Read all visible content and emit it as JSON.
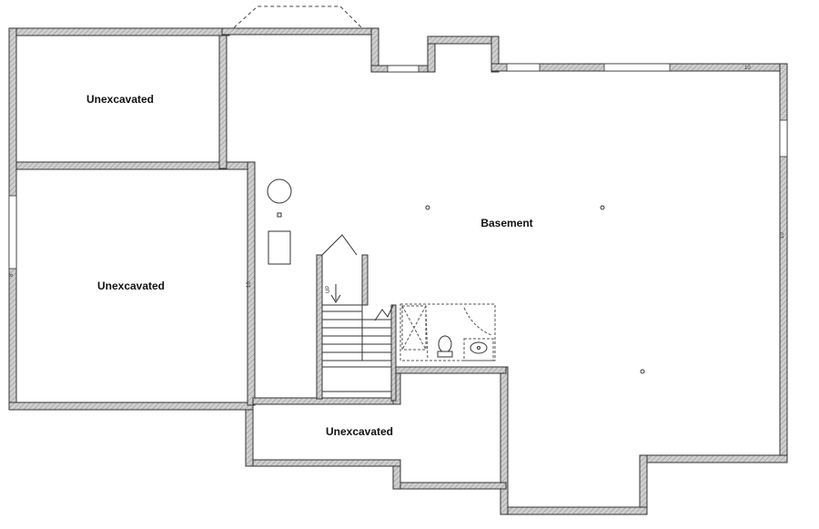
{
  "rooms": {
    "top_left": "Unexcavated",
    "left": "Unexcavated",
    "bottom": "Unexcavated",
    "main": "Basement"
  },
  "stair": {
    "label": "UP"
  },
  "colors": {
    "wall_fill": "#bdbdbd",
    "wall_line": "#333333",
    "fixture_line": "#555555"
  }
}
